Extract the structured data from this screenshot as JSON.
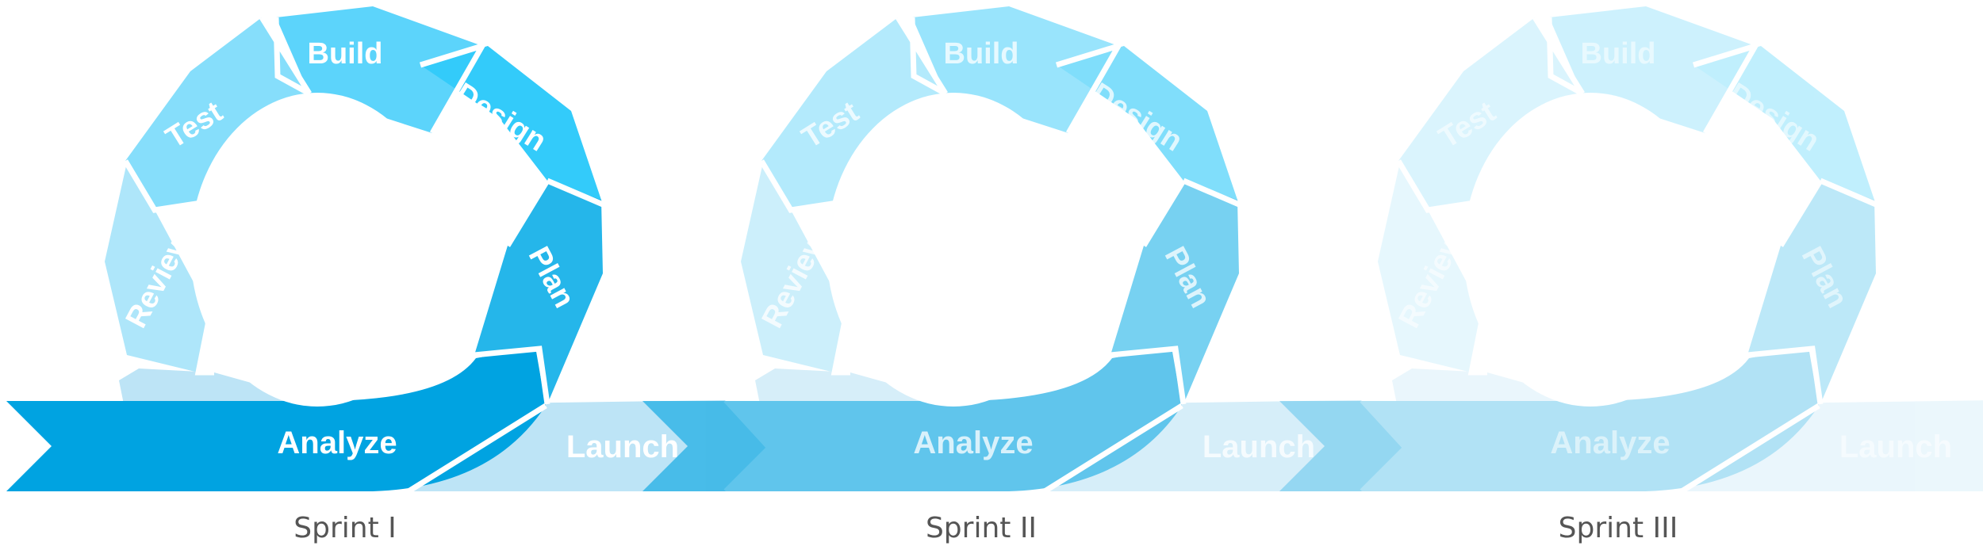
{
  "diagram": {
    "sprints": [
      {
        "caption": "Sprint I",
        "opacity": 1.0,
        "segments": {
          "build": "Build",
          "design": "Design",
          "plan": "Plan",
          "test": "Test",
          "review": "Review",
          "analyze": "Analyze",
          "launch": "Launch"
        }
      },
      {
        "caption": "Sprint II",
        "opacity": 0.62,
        "segments": {
          "build": "Build",
          "design": "Design",
          "plan": "Plan",
          "test": "Test",
          "review": "Review",
          "analyze": "Analyze",
          "launch": "Launch"
        }
      },
      {
        "caption": "Sprint III",
        "opacity": 0.3,
        "segments": {
          "build": "Build",
          "design": "Design",
          "plan": "Plan",
          "test": "Test",
          "review": "Review",
          "analyze": "Analyze",
          "launch": "Launch"
        }
      }
    ],
    "colors": {
      "analyze": "#00A3E1",
      "plan": "#25B6EA",
      "design": "#33CBFA",
      "build": "#5CD4FB",
      "test": "#86DEFB",
      "review": "#AEE6FA",
      "launch": "#BDE4F6",
      "tail": "#BDE4F6"
    }
  }
}
